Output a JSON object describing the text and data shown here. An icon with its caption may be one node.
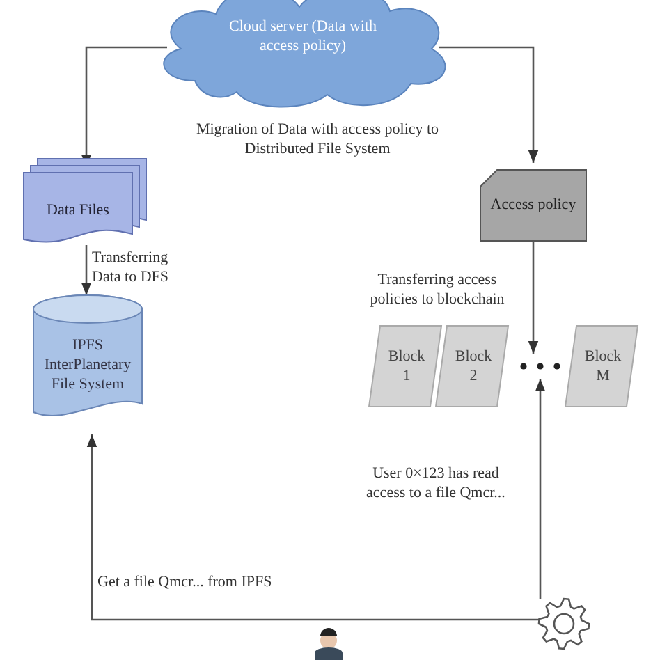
{
  "diagram": {
    "nodes": [
      {
        "text": [
          "Cloud server (Data with access policy)"
        ]
      },
      {
        "text": [
          "Data Files"
        ]
      },
      {
        "text": [
          "IPFS InterPlanetary File System"
        ]
      },
      {
        "text": [
          "Access policy"
        ]
      },
      {
        "text": [
          "Block 1"
        ]
      },
      {
        "text": [
          "Block 2"
        ]
      },
      {
        "text": [],
        "shape": "ellipsis"
      },
      {
        "text": [
          "Block M"
        ]
      },
      {
        "text": [],
        "shape": "gear"
      }
    ],
    "edges": [
      {
        "from": 0,
        "to": 1,
        "arrow": "to"
      },
      {
        "from": 0,
        "to": 3,
        "arrow": "to"
      },
      {
        "from": 1,
        "to": 2,
        "arrow": "to",
        "label": "Transferring Data to DFS"
      },
      {
        "from": 3,
        "to": 6,
        "arrow": "to",
        "label": "Transferring access policies to blockchain"
      },
      {
        "from": 8,
        "to": 6,
        "arrow": "to",
        "label": "User 0×123 has read access to a file Qmcr..."
      },
      {
        "from": 8,
        "to": 2,
        "arrow": "to",
        "label": "Get a file Qmcr... from IPFS"
      }
    ],
    "labels": [
      "Migration of Data with access policy to Distributed File System"
    ]
  }
}
